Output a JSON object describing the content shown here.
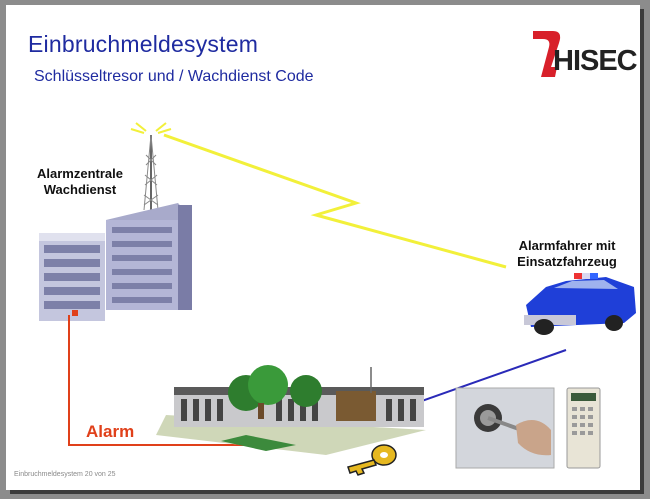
{
  "slide": {
    "title": "Einbruchmeldesystem",
    "subtitle": "Schlüsseltresor und / Wachdienst Code",
    "logo": {
      "text": "HISEC",
      "accent_color": "#d8202a"
    },
    "labels": {
      "central_line1": "Alarmzentrale",
      "central_line2": "Wachdienst",
      "driver_line1": "Alarmfahrer mit",
      "driver_line2": "Einsatzfahrzeug",
      "alarm": "Alarm"
    },
    "footer": "Einbruchmeldesystem 20 von 25"
  },
  "colors": {
    "title": "#1f2ba0",
    "radio_link": "#f2f03a",
    "alarm_line": "#e0401a",
    "response_line": "#2a2ab8",
    "police_car": "#1f3fd8"
  },
  "icons": [
    "antenna-tower",
    "office-building",
    "police-car",
    "building-with-trees",
    "key",
    "key-lock",
    "keypad"
  ]
}
